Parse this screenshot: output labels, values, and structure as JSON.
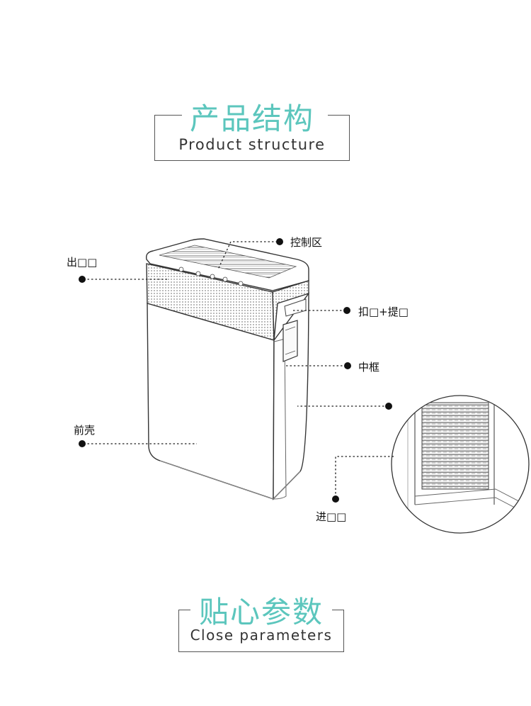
{
  "structure_heading": {
    "title_cn": "产品结构",
    "title_en": "Product structure"
  },
  "params_heading": {
    "title_cn": "贴心参数",
    "title_en": "Close parameters"
  },
  "callouts": {
    "control_area": "控制区",
    "air_outlet": "出□□",
    "buckle_handle": "扣□+提□",
    "middle_frame": "中框",
    "front_shell": "前壳",
    "air_inlet": "进□□"
  },
  "colors": {
    "accent": "#5cc6bd",
    "line": "#333333"
  },
  "icons": [
    "purifier-illustration",
    "inlet-detail-magnifier"
  ]
}
